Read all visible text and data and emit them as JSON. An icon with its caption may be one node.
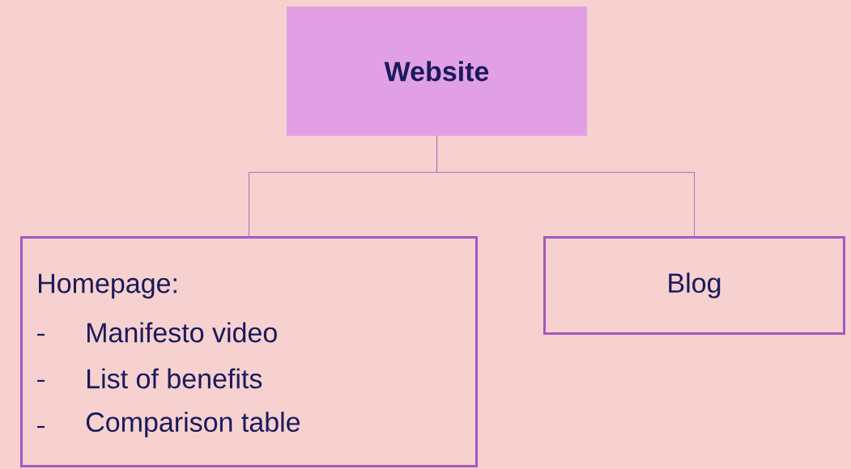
{
  "diagram": {
    "nodes": [
      {
        "text": [
          "Website"
        ]
      },
      {
        "text": [
          "Homepage:",
          "Manifesto video",
          "List of benefits",
          "Comparison table"
        ]
      },
      {
        "text": [
          "Blog"
        ]
      }
    ],
    "edges": [
      {
        "from": 0,
        "to": 1,
        "arrow": "none"
      },
      {
        "from": 0,
        "to": 2,
        "arrow": "none"
      }
    ]
  }
}
